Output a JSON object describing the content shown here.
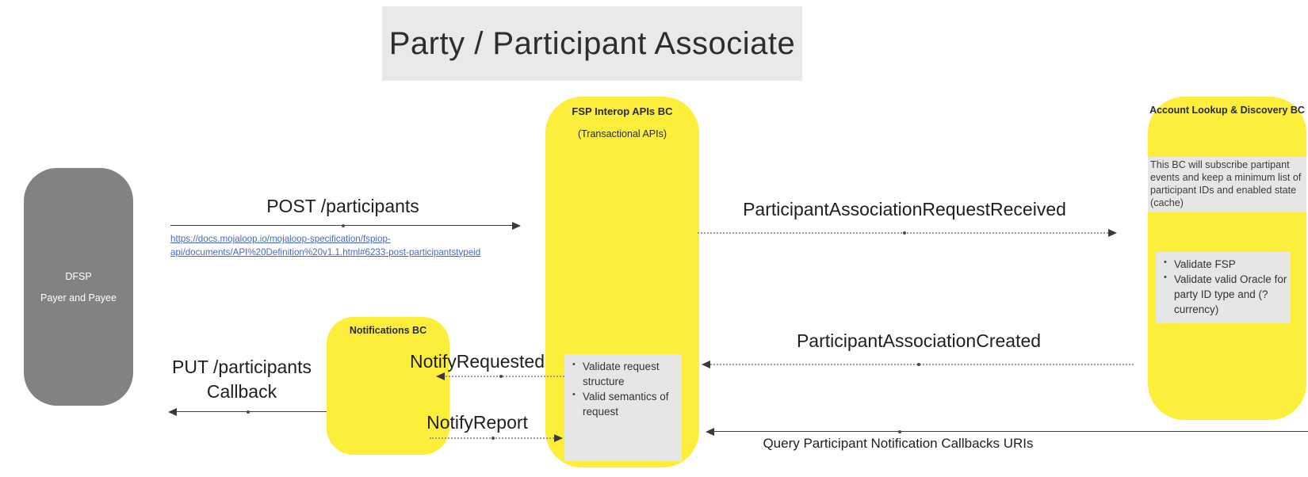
{
  "title": "Party / Participant Associate",
  "actors": {
    "dfsp": {
      "line1": "DFSP",
      "line2": "Payer and Payee"
    },
    "fsp_interop": {
      "title": "FSP Interop APIs BC",
      "subtitle": "(Transactional APIs)",
      "checks": [
        "Validate request structure",
        "Valid semantics of request"
      ]
    },
    "notifications": {
      "title": "Notifications BC"
    },
    "account_lookup": {
      "title": "Account Lookup & Discovery BC",
      "note": "This BC will subscribe partipant events and keep a minimum list of participant IDs and enabled state (cache)",
      "checks": [
        "Validate FSP",
        "Validate valid Oracle for party ID type and (?currency)"
      ]
    }
  },
  "messages": {
    "post_participants": {
      "label": "POST /participants",
      "link_line1": "https://docs.mojaloop.io/mojaloop-specification/fspiop-",
      "link_line2": "api/documents/API%20Definition%20v1.1.html#6233-post-participantstypeid"
    },
    "request_received": {
      "label": "ParticipantAssociationRequestReceived"
    },
    "association_created": {
      "label": "ParticipantAssociationCreated"
    },
    "notify_requested": {
      "label": "NotifyRequested"
    },
    "notify_report": {
      "label": "NotifyReport"
    },
    "put_callback": {
      "line1": "PUT /participants",
      "line2": "Callback"
    },
    "query_callbacks": {
      "label": "Query Participant Notification Callbacks URIs"
    }
  },
  "colors": {
    "bc_yellow": "#fcee3b",
    "actor_gray": "#828282",
    "note_gray": "#e6e6e6",
    "banner_gray": "#e9e9e9",
    "link_blue": "#4668c9",
    "line_dark": "#3f3f3f",
    "dotted_gray": "#9a9a9a"
  }
}
